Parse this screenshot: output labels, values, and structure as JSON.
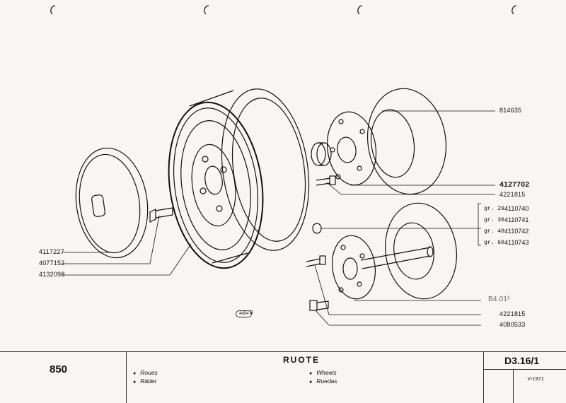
{
  "labels": {
    "p814635": "814635",
    "p4127702": "4127702",
    "p4221815a": "4221815",
    "p4117227": "4117227",
    "p4077152": "4077152",
    "p4132098": "4132098",
    "p4221815b": "4221815",
    "p4080533": "4080533",
    "b4012": "B4.01²"
  },
  "group_rows": [
    {
      "gr": "gr. 29",
      "num": "4110740"
    },
    {
      "gr": "gr. 30",
      "num": "4110741"
    },
    {
      "gr": "gr. 40",
      "num": "4110742"
    },
    {
      "gr": "gr. 60",
      "num": "4110743"
    }
  ],
  "stamp": {
    "text": "4454",
    "suffix": "B"
  },
  "footer": {
    "model": "850",
    "title": "RUOTE",
    "lang_fr": "Roues",
    "lang_de": "Räder",
    "lang_en": "Wheels",
    "lang_es": "Ruedas",
    "code": "D3.16/1",
    "date": "V-1971"
  },
  "colors": {
    "paper": "#f7f6f2",
    "ink": "#111111"
  }
}
